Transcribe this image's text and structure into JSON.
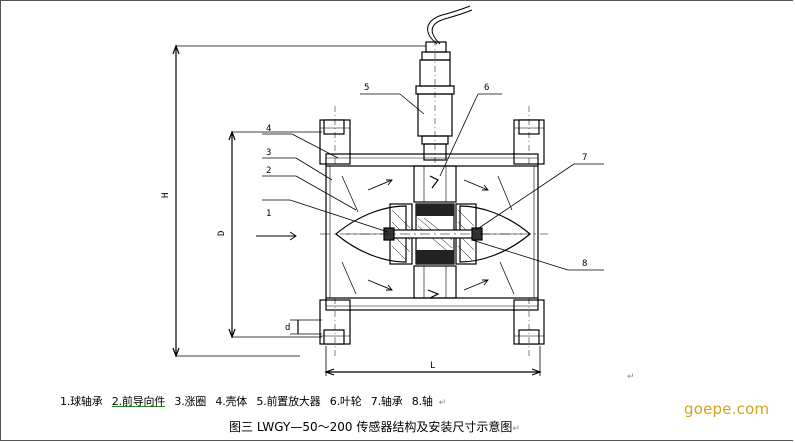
{
  "part_numbers": [
    "1",
    "2",
    "3",
    "4",
    "5",
    "6",
    "7",
    "8"
  ],
  "dimension_labels": {
    "height": "H",
    "diameter": "D",
    "bolt": "d",
    "length": "L"
  },
  "legend": {
    "p1": "1.球轴承",
    "p2": "2.前导向件",
    "p3": "3.涨圈",
    "p4": "4.壳体",
    "p5": "5.前置放大器",
    "p6": "6.叶轮",
    "p7": "7.轴承",
    "p8": "8.轴",
    "return_mark": "↵"
  },
  "caption": {
    "label": "图三",
    "text": "LWGY—50～200 传感器结构及安装尺寸示意图",
    "return_mark": "↵"
  },
  "watermark": "goepe.com"
}
